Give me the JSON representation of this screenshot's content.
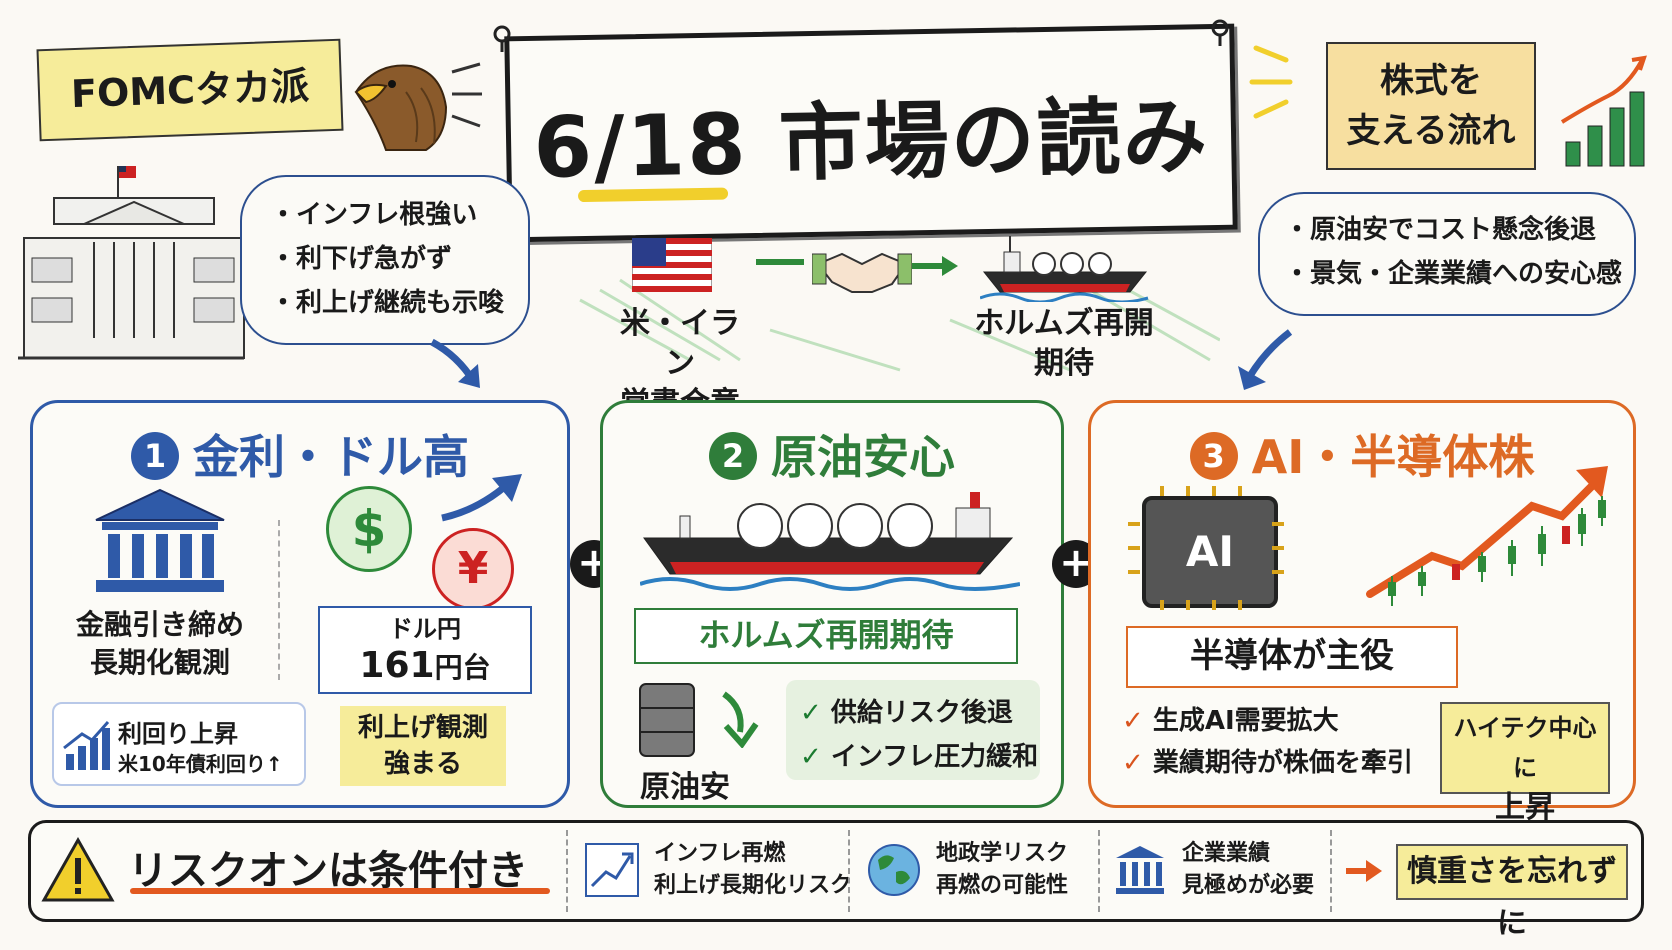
{
  "title": {
    "date": "6/18",
    "main": "市場の読み"
  },
  "fomc_label": "FOMCタカ派",
  "stocks_label": [
    "株式を",
    "支える流れ"
  ],
  "fomc_bubble": [
    "・インフレ根強い",
    "・利下げ急がず",
    "・利上げ継続も示唆"
  ],
  "stocks_bubble": [
    "・原油安でコスト懸念後退",
    "・景気・企業業績への安心感"
  ],
  "us_iran": [
    "米・イラン",
    "覚書合意"
  ],
  "hormuz_top": [
    "ホルムズ再開",
    "期待"
  ],
  "panel1": {
    "number": "1",
    "title": "金利・ドル高",
    "bank_caption": [
      "金融引き締め",
      "長期化観測"
    ],
    "fx_label": "ドル円",
    "fx_value": "161",
    "fx_unit": "円台",
    "yield_lines": [
      "利回り上昇",
      "米10年債利回り↑"
    ],
    "hike_box": [
      "利上げ観測",
      "強まる"
    ],
    "dollar_symbol": "$",
    "yen_symbol": "¥"
  },
  "panel2": {
    "number": "2",
    "title": "原油安心",
    "hormuz_box": "ホルムズ再開期待",
    "oil_caption": "原油安",
    "checks": [
      "供給リスク後退",
      "インフレ圧力緩和"
    ]
  },
  "panel3": {
    "number": "3",
    "title": "AI・半導体株",
    "chip_label": "AI",
    "lead_box": "半導体が主役",
    "checks": [
      "生成AI需要拡大",
      "業績期待が株価を牽引"
    ],
    "hitech_box": [
      "ハイテク中心に",
      "上昇"
    ]
  },
  "risk": {
    "headline": "リスクオンは条件付き",
    "items": [
      [
        "インフレ再燃",
        "利上げ長期化リスク"
      ],
      [
        "地政学リスク",
        "再燃の可能性"
      ],
      [
        "企業業績",
        "見極めが必要"
      ]
    ],
    "caution": "慎重さを忘れずに"
  },
  "colors": {
    "blue": "#2f5aa8",
    "green": "#2f7d3a",
    "orange": "#dd6a25",
    "yellow": "#f6ec9a"
  }
}
